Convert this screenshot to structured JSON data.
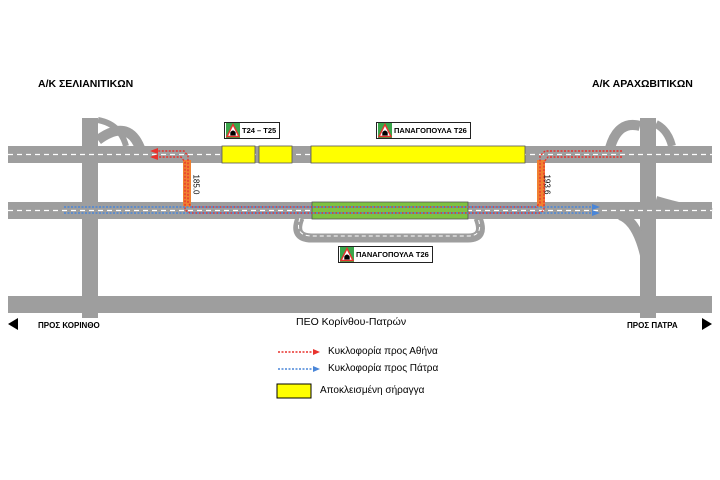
{
  "junctions": {
    "left": "Α/Κ ΣΕΛΙΑΝΙΤΙΚΩΝ",
    "right": "Α/Κ ΑΡΑΧΩΒΙΤΙΚΩΝ"
  },
  "tunnels": {
    "t24_t25": "T24 – T25",
    "t26_upper": "ΠΑΝΑΓΟΠΟΥΛΑ T26",
    "t26_lower": "ΠΑΝΑΓΟΠΟΥΛΑ T26"
  },
  "chainage": {
    "left": "185.0",
    "right": "193.6"
  },
  "directions": {
    "left": "ΠΡΟΣ ΚΟΡΙΝΘΟ",
    "right": "ΠΡΟΣ ΠΑΤΡΑ"
  },
  "road_name": "ΠΕΟ Κορίνθου-Πατρών",
  "legend": {
    "athens": "Κυκλοφορία προς Αθήνα",
    "patra": "Κυκλοφορία προς Πάτρα",
    "closed": "Αποκλεισμένη σήραγγα"
  },
  "colors": {
    "road": "#9e9e9e",
    "lane_marking": "#ffffff",
    "closed_tunnel": "#ffff00",
    "open_tunnel": "#7dc242",
    "athens_traffic": "#e8322d",
    "patra_traffic": "#4a86d8",
    "crossover": "#f08030"
  },
  "icons": {
    "tunnel": "tunnel-warning-icon",
    "left_arrow": "arrow-left-icon",
    "right_arrow": "arrow-right-icon"
  }
}
